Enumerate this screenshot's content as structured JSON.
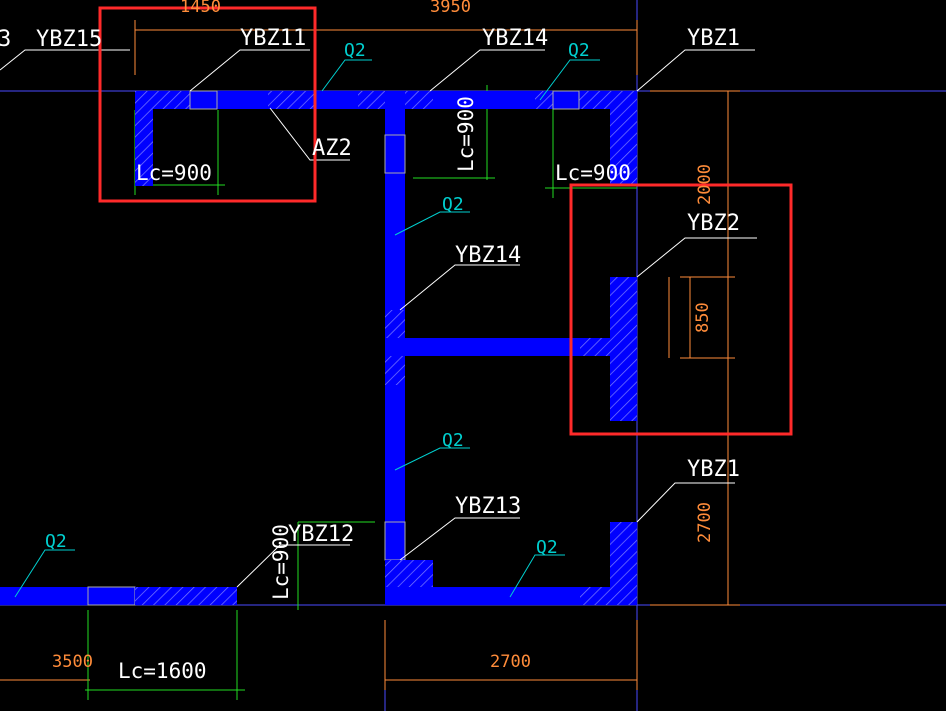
{
  "labels": {
    "ybz15": "YBZ15",
    "ybz11": "YBZ11",
    "ybz14_top": "YBZ14",
    "ybz1_top": "YBZ1",
    "ybz14_mid": "YBZ14",
    "ybz2": "YBZ2",
    "ybz1_bottom": "YBZ1",
    "ybz13": "YBZ13",
    "ybz12": "YBZ12",
    "az2": "AZ2",
    "left_digit": "3"
  },
  "wall_tags": {
    "q2_a": "Q2",
    "q2_b": "Q2",
    "q2_c": "Q2",
    "q2_d": "Q2",
    "q2_e": "Q2",
    "q2_f": "Q2"
  },
  "lc_labels": {
    "lc_900_a": "Lc=900",
    "lc_900_b": "Lc=900",
    "lc_900_c": "Lc=900",
    "lc_900_d": "Lc=900",
    "lc_1600": "Lc=1600"
  },
  "dimensions": {
    "top_1450": "1450",
    "top_3950": "3950",
    "right_2000": "2000",
    "right_850": "850",
    "right_2700": "2700",
    "bottom_3500": "3500",
    "bottom_2700": "2700"
  },
  "colors": {
    "background": "#000000",
    "wall": "#0000ff",
    "highlight_box": "#ff2a2a",
    "label_text": "#ffffff",
    "wall_tag": "#00e5e5",
    "dimension": "#ff8c3a",
    "lc_line": "#22dd22"
  }
}
